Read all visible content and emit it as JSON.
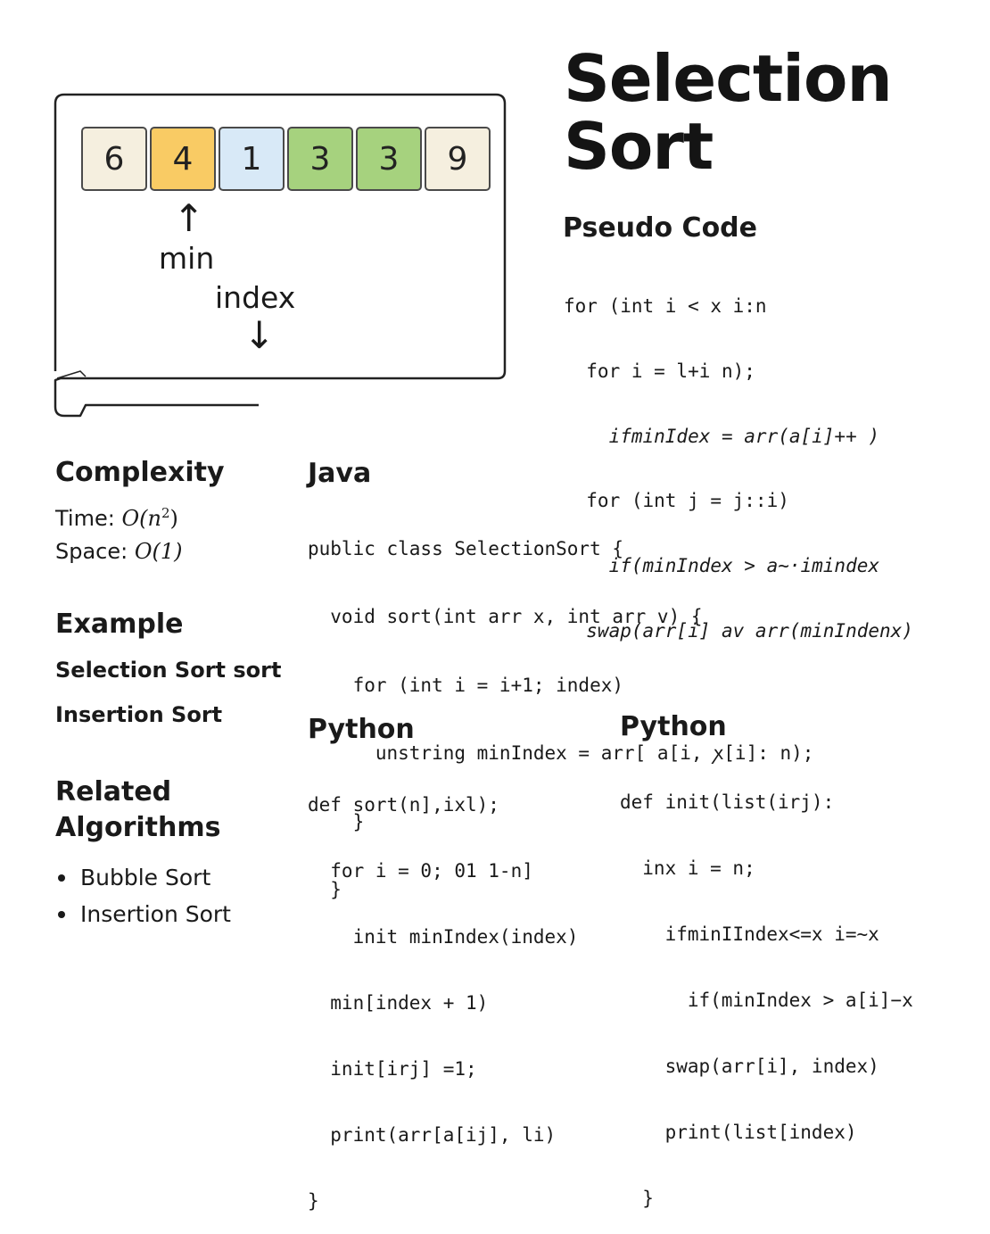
{
  "title_lines": [
    "Selection",
    "Sort"
  ],
  "visualization": {
    "cells": [
      {
        "value": "6",
        "color": "#f5efdf"
      },
      {
        "value": "4",
        "color": "#f9cb64"
      },
      {
        "value": "1",
        "color": "#d8e9f7"
      },
      {
        "value": "3",
        "color": "#a6d27e"
      },
      {
        "value": "3",
        "color": "#a6d27e"
      },
      {
        "value": "9",
        "color": "#f5efdf"
      }
    ],
    "min_label": "min",
    "index_label": "index"
  },
  "pseudo_code": {
    "heading": "Pseudo Code",
    "lines": [
      "for (int i < x i:n",
      "  for i = l+i n);",
      "    ifminIdex = arr(a[i]++ )",
      "  for (int j = j::i)",
      "    if(minIndex > a~·imindex",
      "  swap(arr[i] av arr(minIndenx)"
    ]
  },
  "complexity": {
    "heading": "Complexity",
    "time_label": "Time:",
    "time_value": "O(n",
    "time_exponent": "2",
    "time_close": ")",
    "space_label": "Space:",
    "space_value": "O(1)"
  },
  "example": {
    "heading": "Example",
    "items": [
      "Selection Sort sort",
      "Insertion Sort"
    ]
  },
  "related": {
    "heading_lines": [
      "Related",
      "Algorithms"
    ],
    "items": [
      "Bubble Sort",
      "Insertion Sort"
    ]
  },
  "java": {
    "heading": "Java",
    "lines": [
      "public class SelectionSort {",
      "  void sort(int arr x, int arr v) {",
      "    for (int i = i+1; index)",
      "      unstring minIndex = arr[ a[i, ꭗ[i]: n);",
      "    }",
      "  }"
    ]
  },
  "python_left": {
    "heading": "Python",
    "lines": [
      "def sort(n],ixl);",
      "  for i = 0; 01 1-n]",
      "    init minIndex(index)",
      "  min[index + 1)",
      "  init[irj] =1;",
      "  print(arr[a[ij], li)",
      "}"
    ]
  },
  "python_right": {
    "heading": "Python",
    "lines": [
      "def init(list(irj):",
      "  inx i = n;",
      "    ifminIIndex<=x i=~x",
      "      if(minIndex > a[i]−x",
      "    swap(arr[i], index)",
      "    print(list[index)",
      "  }"
    ]
  }
}
